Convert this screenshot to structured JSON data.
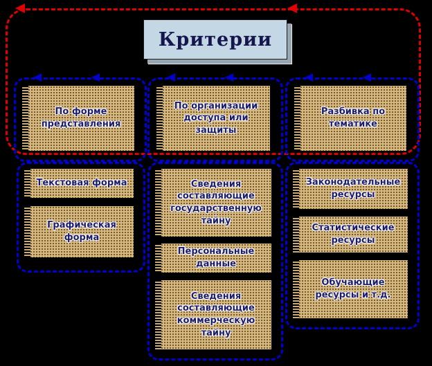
{
  "diagram": {
    "title": "Критерии",
    "columns": [
      {
        "header": "По форме представления",
        "items": [
          "Текстовая форма",
          "Графическая форма"
        ]
      },
      {
        "header": "По организации доступа или защиты",
        "items": [
          "Сведения составляющие государственную тайну",
          "Персональные данные",
          "Сведения составляющие коммерческую тайну"
        ]
      },
      {
        "header": "Разбивка по тематике",
        "items": [
          "Законодательные ресурсы",
          "Статистические ресурсы",
          "Обучающие ресурсы и т.д."
        ]
      }
    ],
    "colors": {
      "background": "#000000",
      "title_fill": "#c3d7e4",
      "box_fill": "#d7b981",
      "box_dots": "#6b5526",
      "text": "#1c1c6e",
      "red_dash": "#e00000",
      "blue_dash": "#0000d0"
    }
  }
}
